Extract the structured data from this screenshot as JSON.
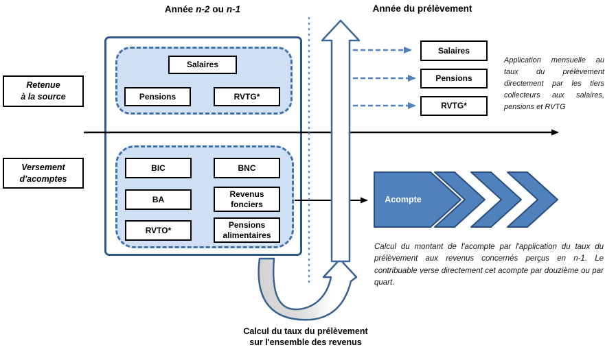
{
  "header": {
    "left_title": {
      "pre": "Année",
      "n2": "n-2",
      "ou": "ou",
      "n1": "n-1"
    },
    "right_title": "Année du prélèvement"
  },
  "left_labels": {
    "retenue": {
      "line1": "Retenue",
      "line2": "à la source"
    },
    "versement": {
      "line1": "Versement",
      "line2": "d'acomptes"
    }
  },
  "source_withholding_group": {
    "salaires": "Salaires",
    "pensions": "Pensions",
    "rvtg": "RVTG*"
  },
  "installments_group": {
    "bic": "BIC",
    "bnc": "BNC",
    "ba": "BA",
    "revenus_fonciers": {
      "line1": "Revenus",
      "line2": "fonciers"
    },
    "rvto": "RVTO*",
    "pensions_alimentaires": {
      "line1": "Pensions",
      "line2": "alimentaires"
    }
  },
  "levy_year_boxes": {
    "salaires": "Salaires",
    "pensions": "Pensions",
    "rvtg": "RVTG*"
  },
  "acompte": {
    "label": "Acompte"
  },
  "annotations": {
    "monthly_application": "Application mensuelle au taux du prélèvement directement par les tiers collecteurs aux salaires, pensions et RVTG",
    "acompte_calculation": "Calcul du montant de l'acompte par l'application du taux du prélèvement aux revenus concernés perçus en n-1. Le contribuable verse directement cet acompte par douzième ou par quart.",
    "rate_calculation": {
      "line1": "Calcul du taux du prélèvement",
      "line2": "sur l'ensemble des revenus"
    }
  },
  "colors": {
    "accent_blue": "#4f81bd",
    "dark_border_blue": "#2f5787",
    "light_blue_fill": "#cfe0f4",
    "chevron_border_blue": "#2b4d7e",
    "gray_arrow_fill": "#d9d9d9"
  }
}
